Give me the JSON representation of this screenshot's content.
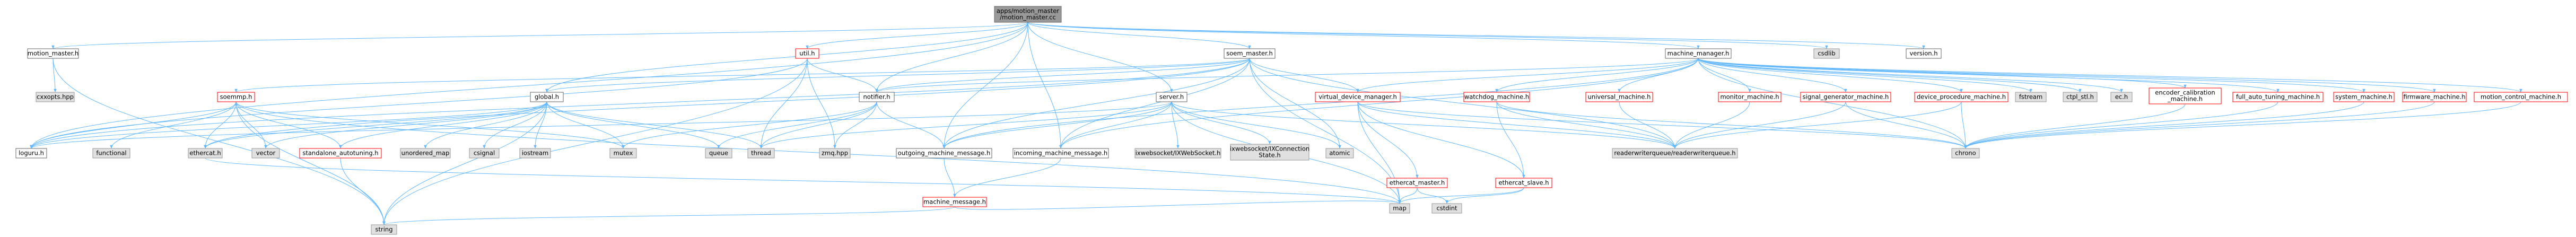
{
  "graph": {
    "edge_color": "#63b8ff",
    "styles": {
      "root": {
        "fill": "#999999",
        "stroke": "#666666",
        "text": "#000000"
      },
      "normal": {
        "fill": "#ffffff",
        "stroke": "#666666",
        "text": "#000000"
      },
      "external": {
        "fill": "#e0e0e0",
        "stroke": "#999999",
        "text": "#000000"
      },
      "red": {
        "fill": "#ffffff",
        "stroke": "#ff0000",
        "text": "#ff0000"
      }
    },
    "nodes": [
      {
        "id": "root",
        "lines": [
          "apps/motion_master",
          "/motion_master.cc"
        ],
        "style": "root"
      },
      {
        "id": "motion_master_h",
        "lines": [
          "motion_master.h"
        ],
        "style": "normal"
      },
      {
        "id": "cxxopts",
        "lines": [
          "cxxopts.hpp"
        ],
        "style": "external"
      },
      {
        "id": "util_h",
        "lines": [
          "util.h"
        ],
        "style": "red"
      },
      {
        "id": "soem_master_h",
        "lines": [
          "soem_master.h"
        ],
        "style": "normal"
      },
      {
        "id": "machine_manager_h",
        "lines": [
          "machine_manager.h"
        ],
        "style": "normal"
      },
      {
        "id": "csignal_top",
        "lines": [
          "csdlib"
        ],
        "style": "external"
      },
      {
        "id": "version_h",
        "lines": [
          "version.h"
        ],
        "style": "normal"
      },
      {
        "id": "soemmp_h",
        "lines": [
          "soemmp.h"
        ],
        "style": "red"
      },
      {
        "id": "global_h",
        "lines": [
          "global.h"
        ],
        "style": "normal"
      },
      {
        "id": "notifier_h",
        "lines": [
          "notifier.h"
        ],
        "style": "normal"
      },
      {
        "id": "server_h",
        "lines": [
          "server.h"
        ],
        "style": "normal"
      },
      {
        "id": "virtual_device_manager_h",
        "lines": [
          "virtual_device_manager.h"
        ],
        "style": "red"
      },
      {
        "id": "watchdog_machine_h",
        "lines": [
          "watchdog_machine.h"
        ],
        "style": "red"
      },
      {
        "id": "universal_machine_h",
        "lines": [
          "universal_machine.h"
        ],
        "style": "red"
      },
      {
        "id": "monitor_machine_h",
        "lines": [
          "monitor_machine.h"
        ],
        "style": "red"
      },
      {
        "id": "signal_generator_machine_h",
        "lines": [
          "signal_generator_machine.h"
        ],
        "style": "red"
      },
      {
        "id": "device_procedure_machine_h",
        "lines": [
          "device_procedure_machine.h"
        ],
        "style": "red"
      },
      {
        "id": "fstream",
        "lines": [
          "fstream"
        ],
        "style": "external"
      },
      {
        "id": "ctpl_stl_h",
        "lines": [
          "ctpl_stl.h"
        ],
        "style": "external"
      },
      {
        "id": "ec_h",
        "lines": [
          "ec.h"
        ],
        "style": "external"
      },
      {
        "id": "encoder_calibration_machine_h",
        "lines": [
          "encoder_calibration",
          "_machine.h"
        ],
        "style": "red"
      },
      {
        "id": "full_auto_tuning_machine_h",
        "lines": [
          "full_auto_tuning_machine.h"
        ],
        "style": "red"
      },
      {
        "id": "system_machine_h",
        "lines": [
          "system_machine.h"
        ],
        "style": "red"
      },
      {
        "id": "firmware_machine_h",
        "lines": [
          "firmware_machine.h"
        ],
        "style": "red"
      },
      {
        "id": "motion_control_machine_h",
        "lines": [
          "motion_control_machine.h"
        ],
        "style": "red"
      },
      {
        "id": "loguru_h",
        "lines": [
          "loguru.h"
        ],
        "style": "normal"
      },
      {
        "id": "functional",
        "lines": [
          "functional"
        ],
        "style": "external"
      },
      {
        "id": "ethercat_h",
        "lines": [
          "ethercat.h"
        ],
        "style": "external"
      },
      {
        "id": "vector",
        "lines": [
          "vector"
        ],
        "style": "external"
      },
      {
        "id": "standalone_autotuning_h",
        "lines": [
          "standalone_autotuning.h"
        ],
        "style": "red"
      },
      {
        "id": "unordered_map",
        "lines": [
          "unordered_map"
        ],
        "style": "external"
      },
      {
        "id": "csignal",
        "lines": [
          "csignal"
        ],
        "style": "external"
      },
      {
        "id": "iostream",
        "lines": [
          "iostream"
        ],
        "style": "external"
      },
      {
        "id": "mutex",
        "lines": [
          "mutex"
        ],
        "style": "external"
      },
      {
        "id": "queue",
        "lines": [
          "queue"
        ],
        "style": "external"
      },
      {
        "id": "thread",
        "lines": [
          "thread"
        ],
        "style": "external"
      },
      {
        "id": "zmq_hpp",
        "lines": [
          "zmq.hpp"
        ],
        "style": "external"
      },
      {
        "id": "outgoing_machine_message_h",
        "lines": [
          "outgoing_machine_message.h"
        ],
        "style": "normal"
      },
      {
        "id": "incoming_machine_message_h",
        "lines": [
          "incoming_machine_message.h"
        ],
        "style": "normal"
      },
      {
        "id": "ixwebsocket_ws",
        "lines": [
          "ixwebsocket/IXWebSocket.h"
        ],
        "style": "external"
      },
      {
        "id": "ixwebsocket_conn",
        "lines": [
          "ixwebsocket/IXConnection",
          "State.h"
        ],
        "style": "external"
      },
      {
        "id": "atomic",
        "lines": [
          "atomic"
        ],
        "style": "external"
      },
      {
        "id": "ethercat_master_h",
        "lines": [
          "ethercat_master.h"
        ],
        "style": "red"
      },
      {
        "id": "ethercat_slave_h",
        "lines": [
          "ethercat_slave.h"
        ],
        "style": "red"
      },
      {
        "id": "readerwriterqueue_h",
        "lines": [
          "readerwriterqueue/readerwriterqueue.h"
        ],
        "style": "external"
      },
      {
        "id": "chrono",
        "lines": [
          "chrono"
        ],
        "style": "external"
      },
      {
        "id": "map",
        "lines": [
          "map"
        ],
        "style": "external"
      },
      {
        "id": "cstdint",
        "lines": [
          "cstdint"
        ],
        "style": "external"
      },
      {
        "id": "machine_message_h",
        "lines": [
          "machine_message.h"
        ],
        "style": "red"
      },
      {
        "id": "string",
        "lines": [
          "string"
        ],
        "style": "external"
      }
    ],
    "edges": [
      [
        "root",
        "motion_master_h"
      ],
      [
        "root",
        "util_h"
      ],
      [
        "root",
        "soem_master_h"
      ],
      [
        "root",
        "machine_manager_h"
      ],
      [
        "root",
        "csignal_top"
      ],
      [
        "root",
        "version_h"
      ],
      [
        "root",
        "loguru_h"
      ],
      [
        "root",
        "notifier_h"
      ],
      [
        "root",
        "server_h"
      ],
      [
        "root",
        "outgoing_machine_message_h"
      ],
      [
        "root",
        "incoming_machine_message_h"
      ],
      [
        "root",
        "global_h"
      ],
      [
        "motion_master_h",
        "cxxopts"
      ],
      [
        "motion_master_h",
        "string"
      ],
      [
        "util_h",
        "loguru_h"
      ],
      [
        "util_h",
        "notifier_h"
      ],
      [
        "util_h",
        "thread"
      ],
      [
        "util_h",
        "zmq_hpp"
      ],
      [
        "util_h",
        "string"
      ],
      [
        "soem_master_h",
        "soemmp_h"
      ],
      [
        "soem_master_h",
        "notifier_h"
      ],
      [
        "soem_master_h",
        "global_h"
      ],
      [
        "soem_master_h",
        "ethercat_h"
      ],
      [
        "soem_master_h",
        "loguru_h"
      ],
      [
        "soem_master_h",
        "virtual_device_manager_h"
      ],
      [
        "soem_master_h",
        "atomic"
      ],
      [
        "soem_master_h",
        "map"
      ],
      [
        "soem_master_h",
        "readerwriterqueue_h"
      ],
      [
        "soem_master_h",
        "outgoing_machine_message_h"
      ],
      [
        "soem_master_h",
        "incoming_machine_message_h"
      ],
      [
        "machine_manager_h",
        "notifier_h"
      ],
      [
        "machine_manager_h",
        "virtual_device_manager_h"
      ],
      [
        "machine_manager_h",
        "watchdog_machine_h"
      ],
      [
        "machine_manager_h",
        "universal_machine_h"
      ],
      [
        "machine_manager_h",
        "monitor_machine_h"
      ],
      [
        "machine_manager_h",
        "signal_generator_machine_h"
      ],
      [
        "machine_manager_h",
        "device_procedure_machine_h"
      ],
      [
        "machine_manager_h",
        "fstream"
      ],
      [
        "machine_manager_h",
        "ctpl_stl_h"
      ],
      [
        "machine_manager_h",
        "ec_h"
      ],
      [
        "machine_manager_h",
        "encoder_calibration_machine_h"
      ],
      [
        "machine_manager_h",
        "full_auto_tuning_machine_h"
      ],
      [
        "machine_manager_h",
        "system_machine_h"
      ],
      [
        "machine_manager_h",
        "firmware_machine_h"
      ],
      [
        "machine_manager_h",
        "motion_control_machine_h"
      ],
      [
        "machine_manager_h",
        "chrono"
      ],
      [
        "machine_manager_h",
        "outgoing_machine_message_h"
      ],
      [
        "machine_manager_h",
        "incoming_machine_message_h"
      ],
      [
        "soemmp_h",
        "loguru_h"
      ],
      [
        "soemmp_h",
        "functional"
      ],
      [
        "soemmp_h",
        "ethercat_h"
      ],
      [
        "soemmp_h",
        "vector"
      ],
      [
        "soemmp_h",
        "standalone_autotuning_h"
      ],
      [
        "soemmp_h",
        "string"
      ],
      [
        "soemmp_h",
        "map"
      ],
      [
        "soemmp_h",
        "mutex"
      ],
      [
        "global_h",
        "loguru_h"
      ],
      [
        "global_h",
        "ethercat_h"
      ],
      [
        "global_h",
        "vector"
      ],
      [
        "global_h",
        "standalone_autotuning_h"
      ],
      [
        "global_h",
        "unordered_map"
      ],
      [
        "global_h",
        "csignal"
      ],
      [
        "global_h",
        "iostream"
      ],
      [
        "global_h",
        "mutex"
      ],
      [
        "global_h",
        "queue"
      ],
      [
        "global_h",
        "thread"
      ],
      [
        "global_h",
        "string"
      ],
      [
        "notifier_h",
        "mutex"
      ],
      [
        "notifier_h",
        "queue"
      ],
      [
        "notifier_h",
        "zmq_hpp"
      ],
      [
        "notifier_h",
        "outgoing_machine_message_h"
      ],
      [
        "notifier_h",
        "thread"
      ],
      [
        "server_h",
        "loguru_h"
      ],
      [
        "server_h",
        "outgoing_machine_message_h"
      ],
      [
        "server_h",
        "incoming_machine_message_h"
      ],
      [
        "server_h",
        "ixwebsocket_ws"
      ],
      [
        "server_h",
        "ixwebsocket_conn"
      ],
      [
        "server_h",
        "atomic"
      ],
      [
        "server_h",
        "readerwriterqueue_h"
      ],
      [
        "server_h",
        "map"
      ],
      [
        "server_h",
        "thread"
      ],
      [
        "virtual_device_manager_h",
        "ethercat_master_h"
      ],
      [
        "virtual_device_manager_h",
        "ethercat_slave_h"
      ],
      [
        "virtual_device_manager_h",
        "map"
      ],
      [
        "virtual_device_manager_h",
        "readerwriterqueue_h"
      ],
      [
        "virtual_device_manager_h",
        "chrono"
      ],
      [
        "watchdog_machine_h",
        "readerwriterqueue_h"
      ],
      [
        "watchdog_machine_h",
        "ethercat_slave_h"
      ],
      [
        "watchdog_machine_h",
        "chrono"
      ],
      [
        "universal_machine_h",
        "readerwriterqueue_h"
      ],
      [
        "monitor_machine_h",
        "readerwriterqueue_h"
      ],
      [
        "signal_generator_machine_h",
        "readerwriterqueue_h"
      ],
      [
        "signal_generator_machine_h",
        "chrono"
      ],
      [
        "device_procedure_machine_h",
        "readerwriterqueue_h"
      ],
      [
        "device_procedure_machine_h",
        "chrono"
      ],
      [
        "encoder_calibration_machine_h",
        "chrono"
      ],
      [
        "full_auto_tuning_machine_h",
        "chrono"
      ],
      [
        "system_machine_h",
        "chrono"
      ],
      [
        "firmware_machine_h",
        "chrono"
      ],
      [
        "motion_control_machine_h",
        "chrono"
      ],
      [
        "standalone_autotuning_h",
        "string"
      ],
      [
        "ethercat_h",
        "map"
      ],
      [
        "outgoing_machine_message_h",
        "machine_message_h"
      ],
      [
        "incoming_machine_message_h",
        "machine_message_h"
      ],
      [
        "ethercat_master_h",
        "map"
      ],
      [
        "ethercat_master_h",
        "cstdint"
      ],
      [
        "ethercat_slave_h",
        "map"
      ],
      [
        "ethercat_slave_h",
        "cstdint"
      ],
      [
        "machine_message_h",
        "string"
      ],
      [
        "machine_message_h",
        "map"
      ]
    ]
  }
}
